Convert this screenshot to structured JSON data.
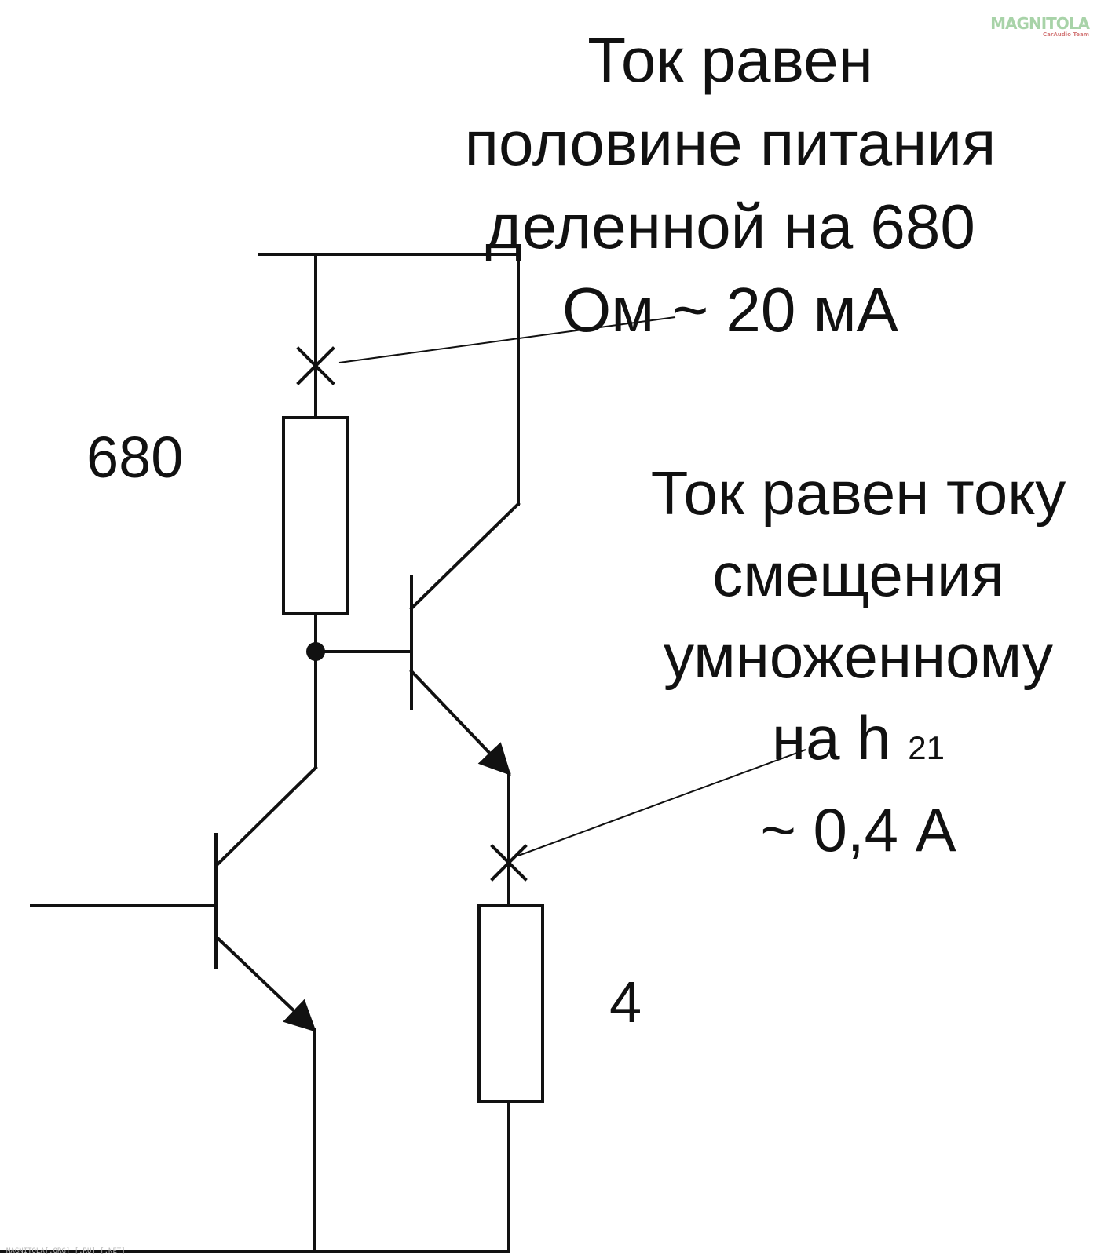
{
  "annotations": {
    "top_current": {
      "lines": [
        "Ток равен",
        "половине питания",
        "деленной на 680",
        "Ом ~ 20 мА"
      ]
    },
    "load_current": {
      "line1": "Ток равен току",
      "line2": "смещения",
      "line3": "умноженному",
      "line4_main": "на h",
      "line4_sub": "21",
      "line5": "~ 0,4 А"
    }
  },
  "components": {
    "r_top_value": "680",
    "r_load_value": "4"
  },
  "watermark": {
    "logo": "MAGNITOLA",
    "tagline": "CarAudio Team",
    "footer": "MAGNITOLA[.ORG] [.RU] [.NET]"
  },
  "colors": {
    "ink": "#111111",
    "background": "#ffffff",
    "watermark": "#a8d3a8",
    "watermark_accent": "#d47a7a"
  }
}
